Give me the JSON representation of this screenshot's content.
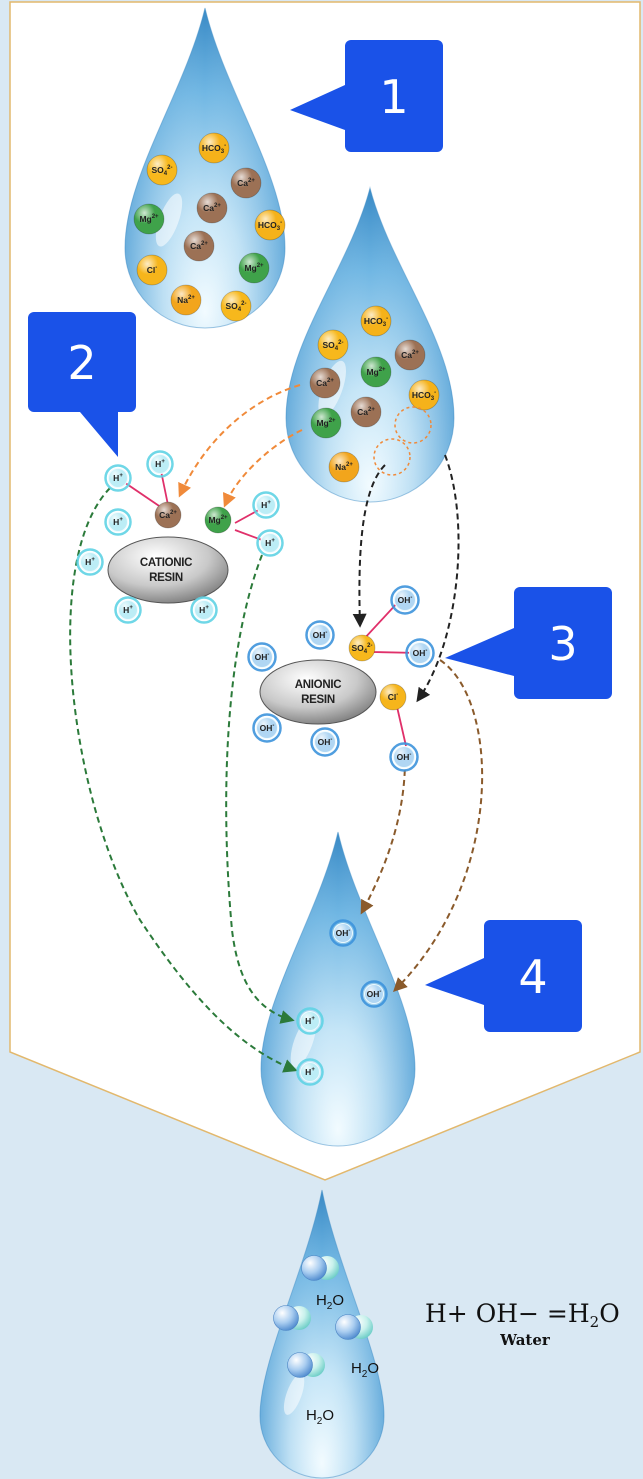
{
  "callouts": [
    "1",
    "2",
    "3",
    "4"
  ],
  "resins": {
    "cationic": [
      "CATIONIC",
      "RESIN"
    ],
    "anionic": [
      "ANIONIC",
      "RESIN"
    ]
  },
  "drop1_ions": [
    "HCO3-",
    "SO4 2-",
    "Ca2+",
    "Ca2+",
    "Mg2+",
    "HCO3-",
    "Ca2+",
    "Mg2+",
    "Cl-",
    "Na2+",
    "SO4 2-"
  ],
  "drop2_ions": [
    "HCO3-",
    "SO4 2-",
    "Mg2+",
    "Ca2+",
    "Ca2+",
    "HCO3-",
    "Mg2+",
    "Ca2+",
    "Na2+"
  ],
  "cationic_ions": [
    "H+",
    "H+",
    "Ca2+",
    "Mg2+",
    "H+",
    "H+",
    "H+",
    "H+",
    "H+",
    "H+"
  ],
  "anionic_ions": [
    "OH-",
    "OH-",
    "SO4 2-",
    "OH-",
    "OH-",
    "Cl-",
    "OH-",
    "OH-",
    "OH-"
  ],
  "drop3_ions": [
    "OH-",
    "OH-",
    "H+",
    "H+"
  ],
  "water_molecules": [
    "H2O",
    "H2O",
    "H2O"
  ],
  "equation": {
    "lhs": "H+ OH− =H",
    "sub": "2",
    "rhs": "O",
    "label": "Water"
  },
  "colors": {
    "background": "#d9e8f3",
    "panel": "#ffffff",
    "panel_border": "#e2b86d",
    "callout": "#1a52e8",
    "hco3": "#f5b21a",
    "so4": "#f7b81c",
    "ca": "#9c7155",
    "mg": "#3fa24a",
    "cl": "#f6b51b",
    "na": "#f2a51c",
    "h": "#5fd3e4",
    "oh": "#3d93dc",
    "arrow_green": "#2b7a3a",
    "arrow_orange": "#f08a3a",
    "arrow_black": "#222222",
    "arrow_brown": "#8a5a2b",
    "link_pink": "#e0306a"
  }
}
